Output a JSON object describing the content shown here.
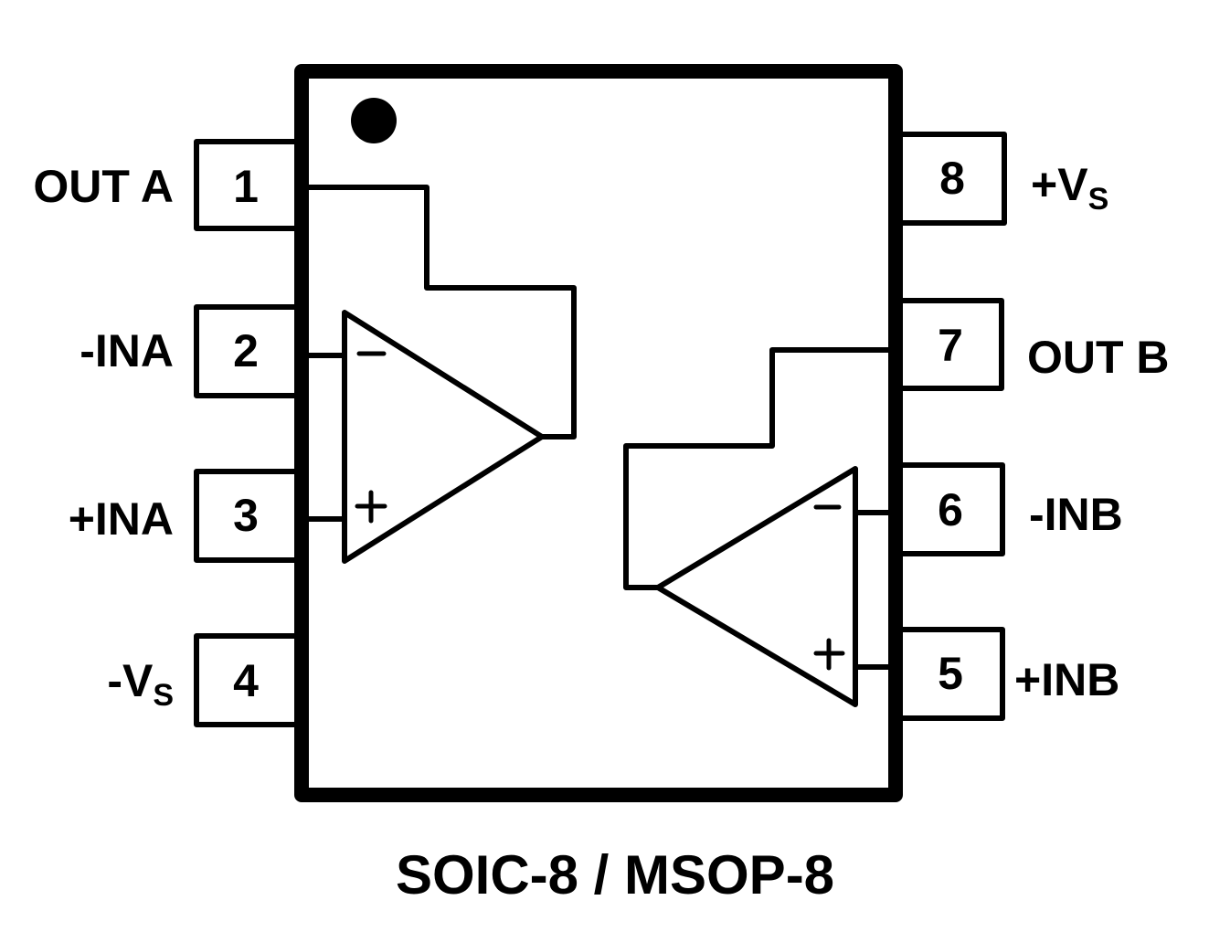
{
  "diagram": {
    "title": "Dual Op-Amp Pinout",
    "package_caption": "SOIC-8 / MSOP-8",
    "pin1_marker": "dot-icon",
    "colors": {
      "ink": "#000000",
      "background": "#ffffff"
    },
    "pins_left": [
      {
        "number": "1",
        "name": "OUT A",
        "subscript": ""
      },
      {
        "number": "2",
        "name": "-INA",
        "subscript": ""
      },
      {
        "number": "3",
        "name": "+INA",
        "subscript": ""
      },
      {
        "number": "4",
        "name": "-V",
        "subscript": "S"
      }
    ],
    "pins_right": [
      {
        "number": "8",
        "name": "+V",
        "subscript": "S"
      },
      {
        "number": "7",
        "name": "OUT B",
        "subscript": ""
      },
      {
        "number": "6",
        "name": "-INB",
        "subscript": ""
      },
      {
        "number": "5",
        "name": "+INB",
        "subscript": ""
      }
    ],
    "amplifiers": [
      {
        "id": "A",
        "inverting_sign": "−",
        "noninverting_sign": "+"
      },
      {
        "id": "B",
        "inverting_sign": "−",
        "noninverting_sign": "+"
      }
    ]
  }
}
